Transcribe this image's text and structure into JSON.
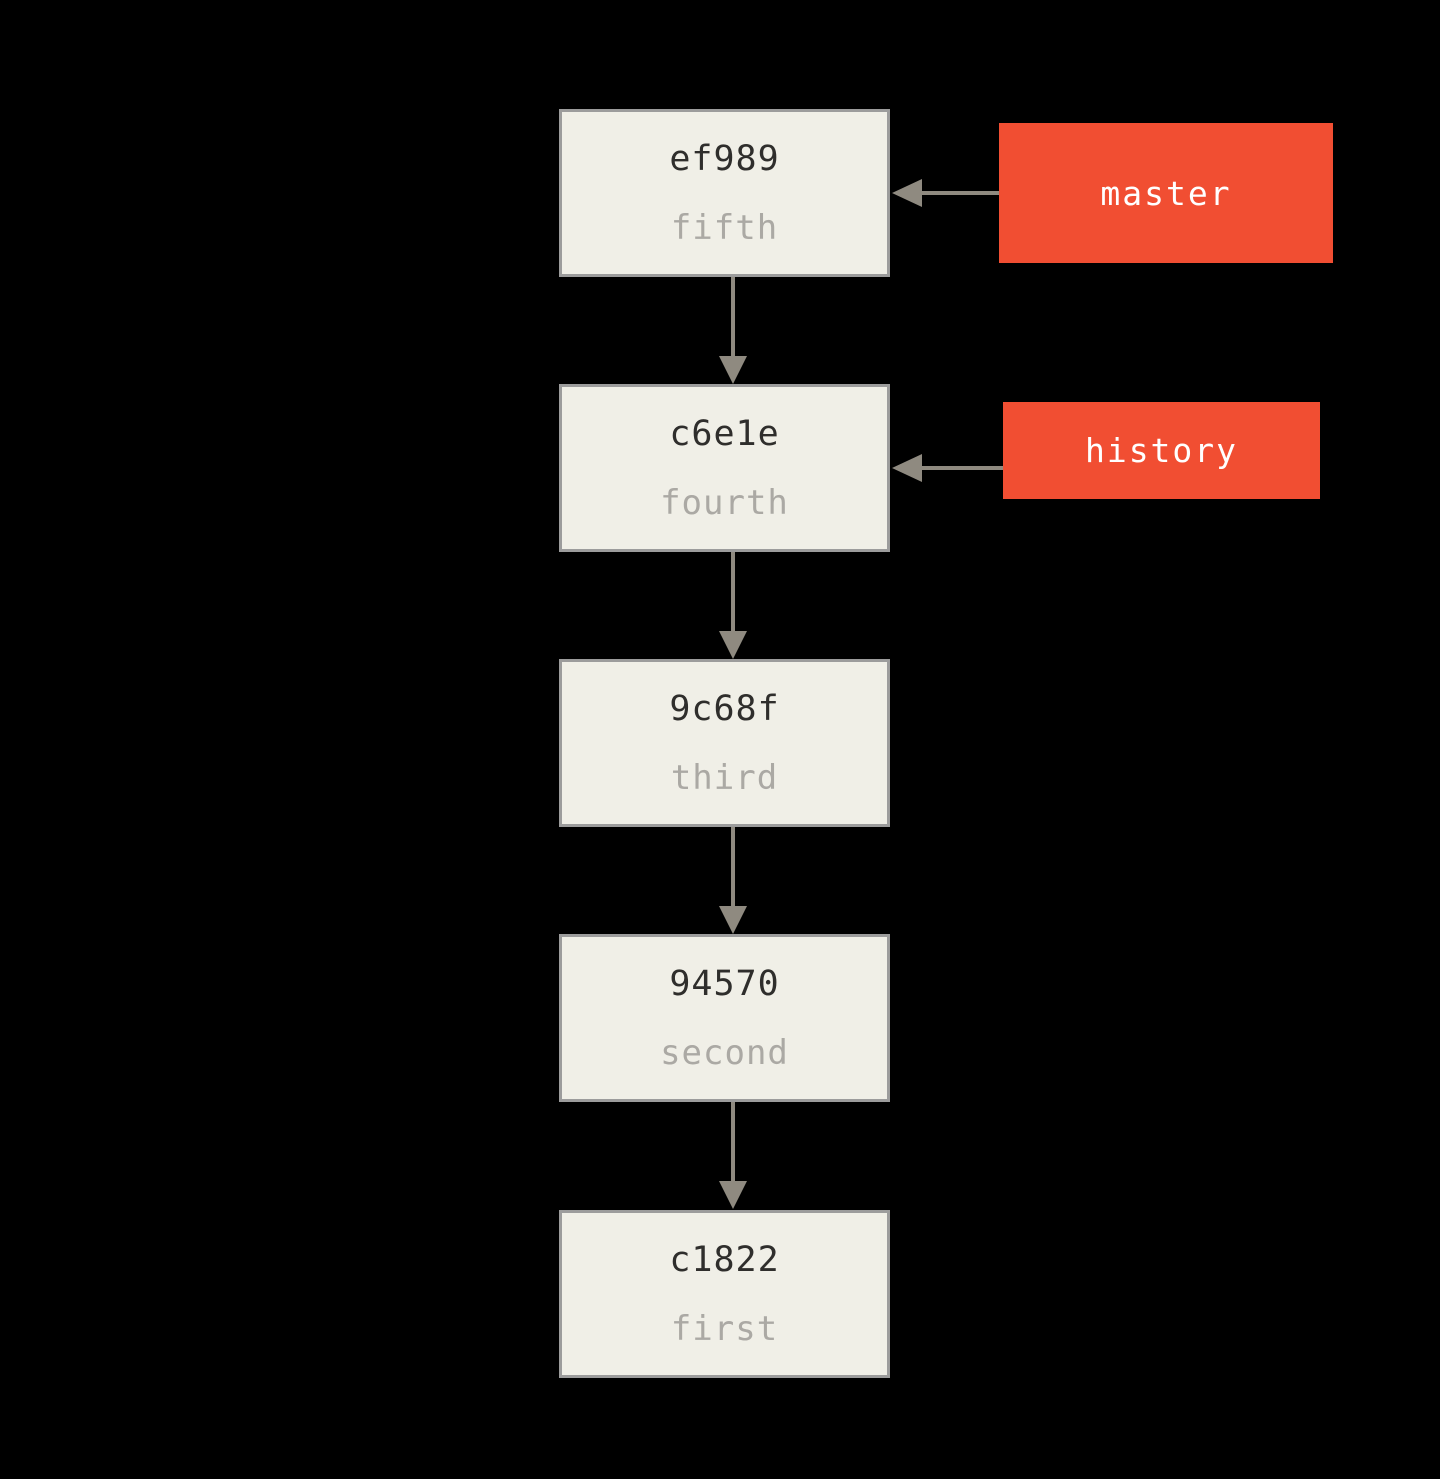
{
  "colors": {
    "bg": "#000000",
    "node_fill": "#F0EFE7",
    "node_border": "#9C9C9C",
    "hash_text": "#2F2E2C",
    "message_text": "#ABA9A4",
    "arrow": "#8F8A80",
    "branch_fill": "#F14E32",
    "branch_text": "#FFFFFF"
  },
  "commits": [
    {
      "hash": "ef989",
      "message": "fifth"
    },
    {
      "hash": "c6e1e",
      "message": "fourth"
    },
    {
      "hash": "9c68f",
      "message": "third"
    },
    {
      "hash": "94570",
      "message": "second"
    },
    {
      "hash": "c1822",
      "message": "first"
    }
  ],
  "branches": [
    {
      "name": "master",
      "points_to": "ef989"
    },
    {
      "name": "history",
      "points_to": "c6e1e"
    }
  ]
}
